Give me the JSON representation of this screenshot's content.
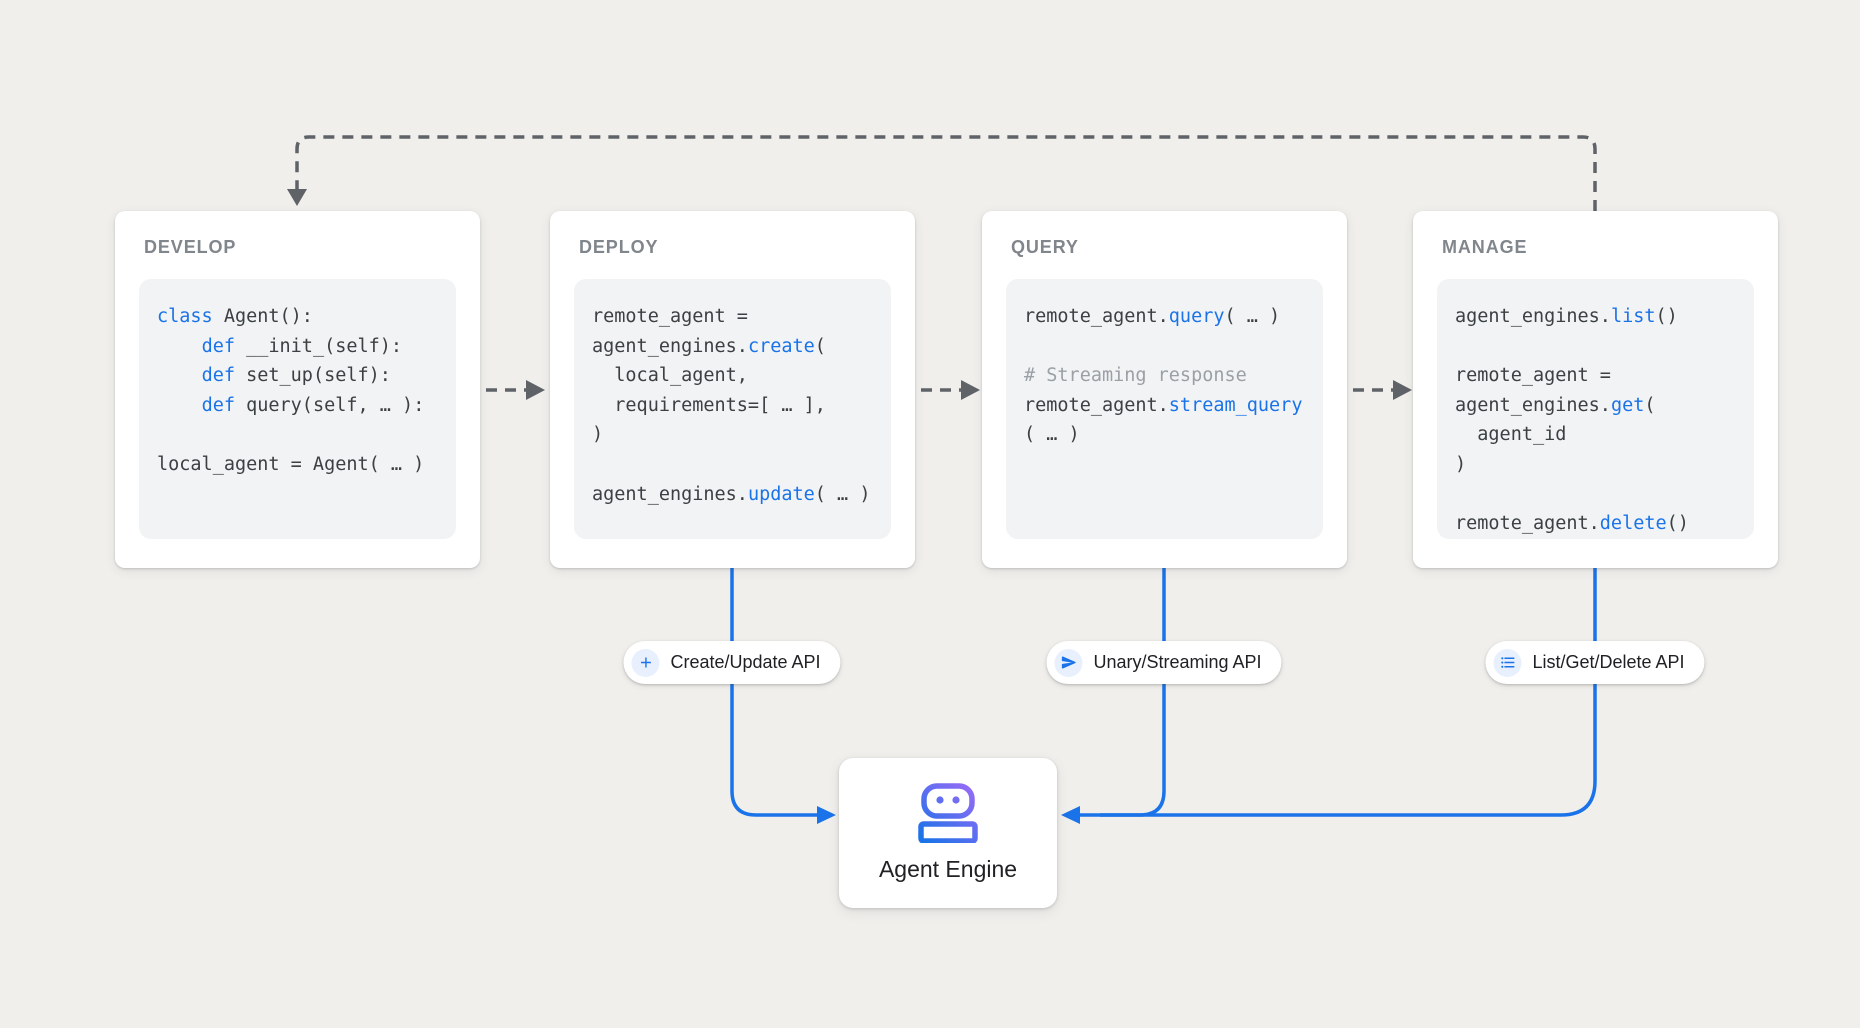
{
  "cards": [
    {
      "id": "develop",
      "title": "DEVELOP",
      "code": [
        [
          [
            "class",
            "k"
          ],
          [
            " Agent():",
            "p"
          ]
        ],
        [
          [
            "    ",
            "p"
          ],
          [
            "def",
            "k"
          ],
          [
            " __init_(self):",
            "p"
          ]
        ],
        [
          [
            "    ",
            "p"
          ],
          [
            "def",
            "k"
          ],
          [
            " set_up(self):",
            "p"
          ]
        ],
        [
          [
            "    ",
            "p"
          ],
          [
            "def",
            "k"
          ],
          [
            " query(self, … ):",
            "p"
          ]
        ],
        [],
        [
          [
            "local_agent = Agent( … )",
            "p"
          ]
        ]
      ]
    },
    {
      "id": "deploy",
      "title": "DEPLOY",
      "code": [
        [
          [
            "remote_agent =",
            "p"
          ]
        ],
        [
          [
            "agent_engines.",
            "p"
          ],
          [
            "create",
            "k"
          ],
          [
            "(",
            "p"
          ]
        ],
        [
          [
            "  local_agent,",
            "p"
          ]
        ],
        [
          [
            "  requirements=[ … ],",
            "p"
          ]
        ],
        [
          [
            ")",
            "p"
          ]
        ],
        [],
        [
          [
            "agent_engines.",
            "p"
          ],
          [
            "update",
            "k"
          ],
          [
            "( … )",
            "p"
          ]
        ]
      ]
    },
    {
      "id": "query",
      "title": "QUERY",
      "code": [
        [
          [
            "remote_agent.",
            "p"
          ],
          [
            "query",
            "k"
          ],
          [
            "( … )",
            "p"
          ]
        ],
        [],
        [
          [
            "# Streaming response",
            "c"
          ]
        ],
        [
          [
            "remote_agent.",
            "p"
          ],
          [
            "stream_query",
            "k"
          ]
        ],
        [
          [
            "( … )",
            "p"
          ]
        ]
      ]
    },
    {
      "id": "manage",
      "title": "MANAGE",
      "code": [
        [
          [
            "agent_engines.",
            "p"
          ],
          [
            "list",
            "k"
          ],
          [
            "()",
            "p"
          ]
        ],
        [],
        [
          [
            "remote_agent =",
            "p"
          ]
        ],
        [
          [
            "agent_engines.",
            "p"
          ],
          [
            "get",
            "k"
          ],
          [
            "(",
            "p"
          ]
        ],
        [
          [
            "  agent_id",
            "p"
          ]
        ],
        [
          [
            ")",
            "p"
          ]
        ],
        [],
        [
          [
            "remote_agent.",
            "p"
          ],
          [
            "delete",
            "k"
          ],
          [
            "()",
            "p"
          ]
        ]
      ]
    }
  ],
  "pills": [
    {
      "label": "Create/Update API",
      "icon": "plus-icon"
    },
    {
      "label": "Unary/Streaming API",
      "icon": "send-icon"
    },
    {
      "label": "List/Get/Delete API",
      "icon": "list-icon"
    }
  ],
  "engine": {
    "label": "Agent Engine",
    "icon": "robot-icon"
  },
  "colors": {
    "background": "#f1efec",
    "card": "#ffffff",
    "code_bg": "#f1f3f4",
    "title": "#80868b",
    "code_text": "#3c4043",
    "keyword": "#1a73e8",
    "comment": "#9aa0a6",
    "connector_gray": "#5f6368",
    "connector_blue": "#1a73e8",
    "pill_icon_bg": "#e8f0fe",
    "label_dark": "#202124",
    "robot_purple": "#a06af7",
    "robot_blue": "#1a73e8"
  }
}
